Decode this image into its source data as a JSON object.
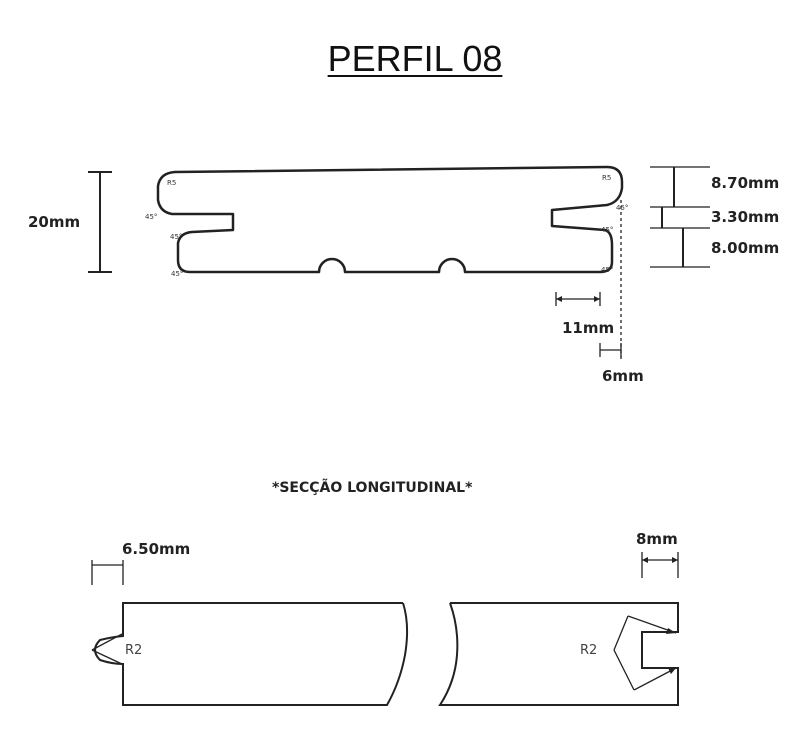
{
  "title": "PERFIL 08",
  "profile": {
    "height_label": "20mm",
    "right_dims": [
      "8.70mm",
      "3.30mm",
      "8.00mm"
    ],
    "bottom_dims": [
      "11mm",
      "6mm"
    ],
    "radius_labels": [
      "R5",
      "R5"
    ],
    "angle_label": "45°"
  },
  "section": {
    "title": "*SECÇÃO LONGITUDINAL*",
    "left_dim": "6.50mm",
    "right_dim": "8mm",
    "radius_left": "R2",
    "radius_right": "R2"
  }
}
